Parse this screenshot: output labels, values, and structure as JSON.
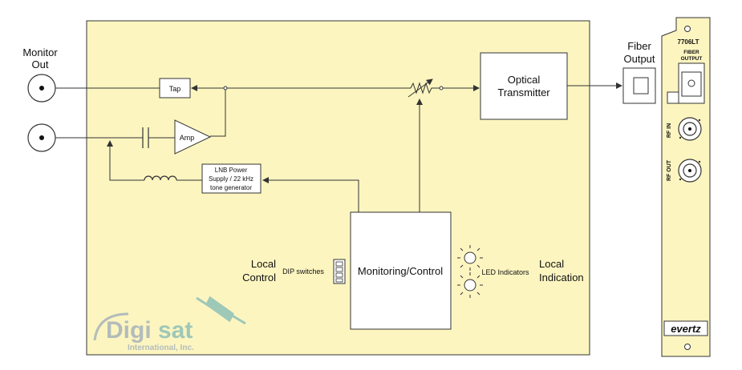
{
  "left_labels": {
    "monitor_out_line1": "Monitor",
    "monitor_out_line2": "Out"
  },
  "blocks": {
    "tap": "Tap",
    "amp": "Amp",
    "lnb_line1": "LNB Power",
    "lnb_line2": "Supply / 22 kHz",
    "lnb_line3": "tone generator",
    "optical_line1": "Optical",
    "optical_line2": "Transmitter",
    "monitoring": "Monitoring/Control",
    "dip_switches": "DIP switches",
    "led_indicators": "LED Indicators"
  },
  "side_labels": {
    "local_control_line1": "Local",
    "local_control_line2": "Control",
    "local_indication_line1": "Local",
    "local_indication_line2": "Indication",
    "fiber_output_line1": "Fiber",
    "fiber_output_line2": "Output"
  },
  "panel": {
    "model": "7706LT",
    "fiber_label_line1": "FIBER",
    "fiber_label_line2": "OUTPUT",
    "rf_in": "RF IN",
    "rf_out": "RF OUT",
    "brand": "evertz"
  },
  "watermark": {
    "name_part1": "Digi",
    "name_part2": "sat",
    "subtitle": "International, Inc."
  },
  "colors": {
    "board_fill": "#fdf5c0",
    "line": "#333333",
    "panel_fill": "#fdf5c0",
    "watermark_blue": "#9aa9b8",
    "watermark_teal": "#7fb9b6"
  }
}
